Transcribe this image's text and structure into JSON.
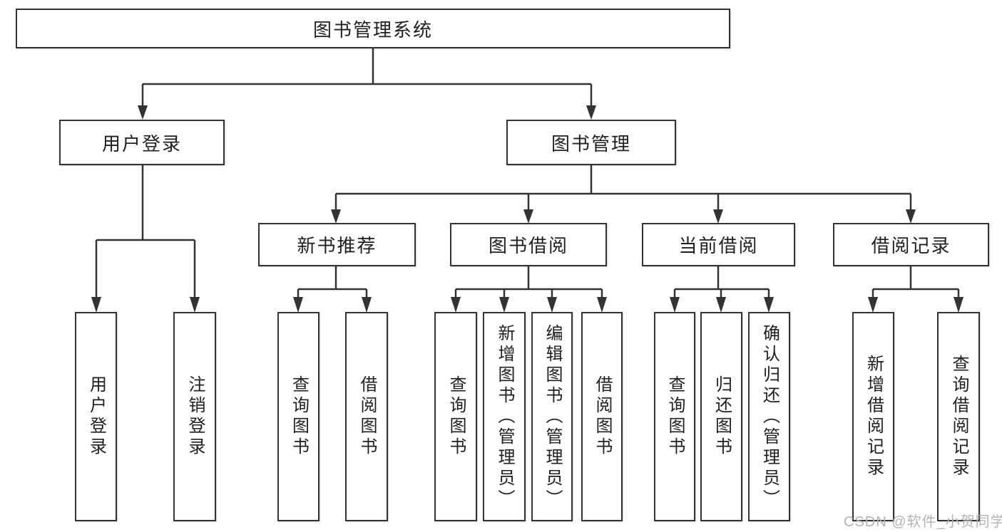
{
  "diagram": {
    "root": {
      "label": "图书管理系统"
    },
    "branches": [
      {
        "label": "用户登录",
        "children": [
          {
            "label": "用户登录"
          },
          {
            "label": "注销登录"
          }
        ]
      },
      {
        "label": "图书管理",
        "children": [
          {
            "label": "新书推荐",
            "children": [
              {
                "label": "查询图书"
              },
              {
                "label": "借阅图书"
              }
            ]
          },
          {
            "label": "图书借阅",
            "children": [
              {
                "label": "查询图书"
              },
              {
                "label": "新增图书（管理员）"
              },
              {
                "label": "编辑图书（管理员）"
              },
              {
                "label": "借阅图书"
              }
            ]
          },
          {
            "label": "当前借阅",
            "children": [
              {
                "label": "查询图书"
              },
              {
                "label": "归还图书"
              },
              {
                "label": "确认归还（管理员）"
              }
            ]
          },
          {
            "label": "借阅记录",
            "children": [
              {
                "label": "新增借阅记录"
              },
              {
                "label": "查询借阅记录"
              }
            ]
          }
        ]
      }
    ]
  },
  "watermark": {
    "text": "CSDN @软件_小贺同学"
  },
  "colors": {
    "background": "#ffffff",
    "box_border": "#333333",
    "box_fill": "#ffffff",
    "line": "#333333",
    "text": "#1f1f1f",
    "watermark": "#b3b3b3"
  }
}
